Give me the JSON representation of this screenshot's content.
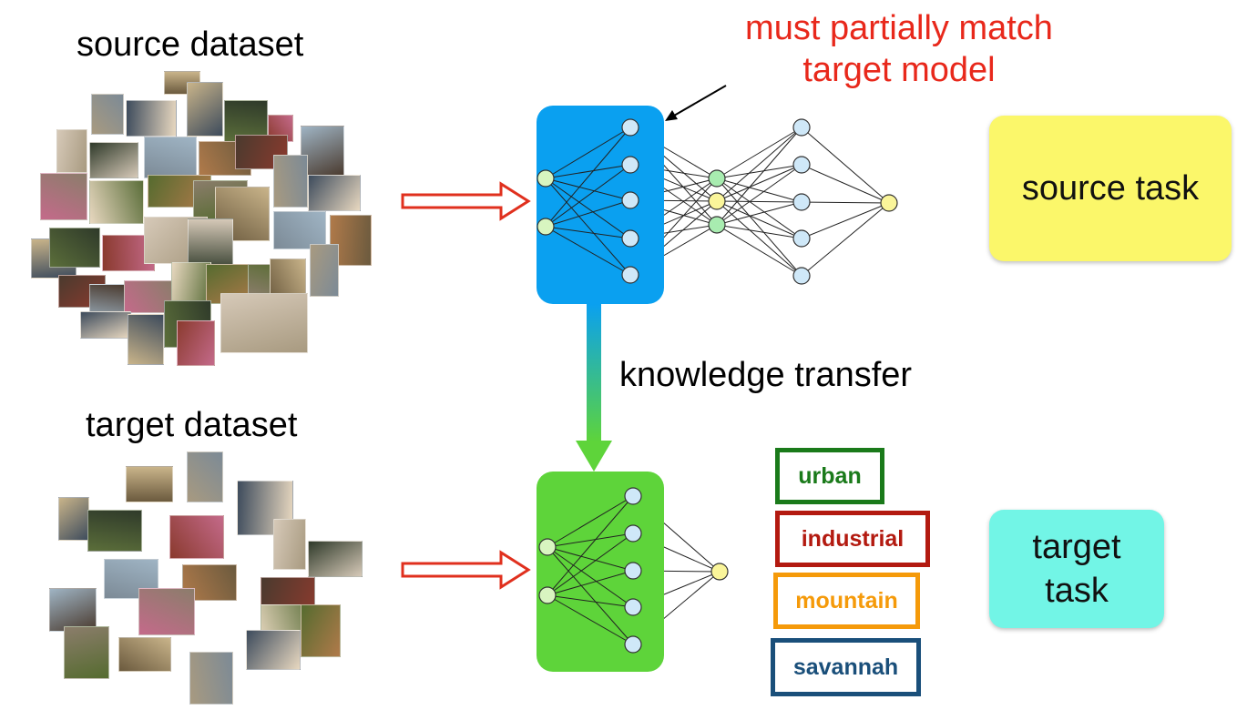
{
  "labels": {
    "source_dataset": "source dataset",
    "target_dataset": "target dataset",
    "note": "must partially match target model",
    "knowledge_transfer": "knowledge transfer"
  },
  "tasks": {
    "source": "source task",
    "target": "target task"
  },
  "classes": [
    {
      "label": "urban",
      "color": "#1a7a1a"
    },
    {
      "label": "industrial",
      "color": "#b31a10"
    },
    {
      "label": "mountain",
      "color": "#f59a0a"
    },
    {
      "label": "savannah",
      "color": "#1a4f7a"
    }
  ],
  "colors": {
    "note": "#e8281b",
    "source_model_box": "#0aa0f0",
    "target_model_box": "#5ed43a",
    "source_task": "#fbf76a",
    "target_task": "#72f5e6",
    "hollow_arrow": "#e0301e",
    "node_input": "#d8f5c0",
    "node_hidden": "#cfe8f8",
    "node_green": "#a8ecb0",
    "node_output": "#faf59a"
  },
  "icons": {
    "dataset_photos": "photo-thumbnail",
    "input_arrow": "hollow-right-arrow",
    "transfer_arrow": "gradient-down-arrow",
    "pointer": "thin-arrow"
  }
}
